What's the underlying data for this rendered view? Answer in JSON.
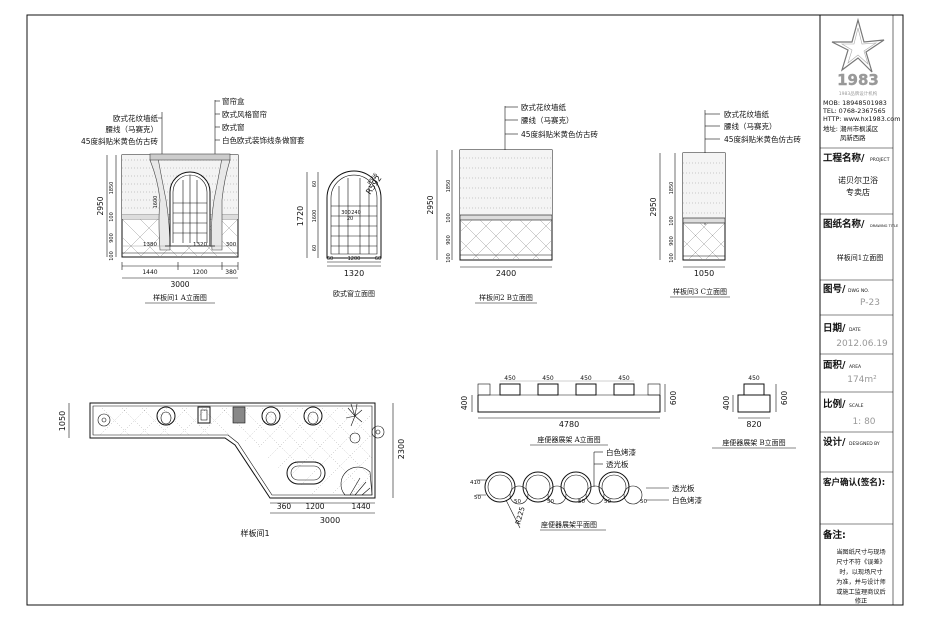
{
  "title_block": {
    "logo_text": "1983",
    "logo_sub": "1983品牌设计机构",
    "mob": "MOB: 18948501983",
    "tel": "TEL: 0768-2367565",
    "http": "HTTP: www.hx1983.com",
    "address_1": "地址: 潮州市枫溪区",
    "address_2": "凤新西路",
    "project_label": "工程名称/",
    "project_label_en": "PROJECT",
    "project_value_1": "诺贝尔卫浴",
    "project_value_2": "专卖店",
    "drawing_label": "图纸名称/",
    "drawing_label_en": "DRAWING TITLE",
    "drawing_value": "样板间1立面图",
    "number_label": "图号/",
    "number_label_en": "DWG NO.",
    "number_value": "P-23",
    "date_label": "日期/",
    "date_label_en": "DATE",
    "date_value": "2012.06.19",
    "area_label": "面积/",
    "area_label_en": "AREA",
    "area_value": "174m²",
    "scale_label": "比例/",
    "scale_label_en": "SCALE",
    "scale_value": "1: 80",
    "design_label": "设计/",
    "design_label_en": "DESIGNED BY",
    "client_label": "客户确认(签名):",
    "notes_label": "备注:",
    "notes_lines": [
      "当图纸尺寸与现场",
      "尺寸不符《误差》",
      "时，以现场尺寸",
      "为准，并与设计师",
      "或施工监理商议后",
      "修正"
    ]
  },
  "elevation_a": {
    "callouts_left": [
      "欧式花纹墙纸",
      "腰线（马赛克）",
      "45度斜贴米黄色仿古砖"
    ],
    "callouts_right": [
      "窗帘盒",
      "欧式风格窗帘",
      "欧式窗",
      "白色欧式装饰线条做窗套"
    ],
    "height_total": "2950",
    "heights": [
      "1850",
      "100",
      "900",
      "100"
    ],
    "window_height": "1600",
    "window_dims": [
      "1380",
      "1320",
      "300"
    ],
    "bottom_dims": [
      "1440",
      "1200",
      "380"
    ],
    "total_width": "3000",
    "caption": "样板间1 A立面图"
  },
  "window": {
    "radius": "R592",
    "radius_inner": "R556",
    "height": "1720",
    "heights": [
      "60",
      "1600",
      "60"
    ],
    "mullions": [
      "300",
      "240",
      "20"
    ],
    "bottom_dims": [
      "60",
      "1200",
      "60"
    ],
    "width": "1320",
    "caption": "欧式窗立面图"
  },
  "elevation_b": {
    "callouts": [
      "欧式花纹墙纸",
      "腰线（马赛克）",
      "45度斜贴米黄色仿古砖"
    ],
    "height_total": "2950",
    "heights": [
      "1850",
      "100",
      "900",
      "100"
    ],
    "width": "2400",
    "caption": "样板间2 B立面图"
  },
  "elevation_c": {
    "callouts": [
      "欧式花纹墙纸",
      "腰线（马赛克）",
      "45度斜贴米黄色仿古砖"
    ],
    "height_total": "2950",
    "heights": [
      "1850",
      "100",
      "900",
      "100"
    ],
    "width": "1050",
    "caption": "样板间3 C立面图"
  },
  "plan": {
    "left_dim": "1050",
    "right_dim": "2300",
    "bottom_dims": [
      "360",
      "1200",
      "1440"
    ],
    "total_width": "3000",
    "caption": "样板间1"
  },
  "rack_a": {
    "top_dims": [
      "450",
      "450",
      "450",
      "450"
    ],
    "left_dim": "400",
    "right_dim": "600",
    "width": "4780",
    "caption": "座便器展架 A立面图"
  },
  "rack_b": {
    "top_dim": "450",
    "left_dim": "400",
    "right_dim": "600",
    "width": "820",
    "caption": "座便器展架 B立面图"
  },
  "rack_plan": {
    "labels_top": [
      "白色烤漆",
      "透光板"
    ],
    "labels_right": [
      "透光板",
      "白色烤漆"
    ],
    "dims_small": [
      "410",
      "50",
      "50",
      "50",
      "50",
      "50",
      "50"
    ],
    "radius": "R225",
    "caption": "座便器展架平面图"
  }
}
